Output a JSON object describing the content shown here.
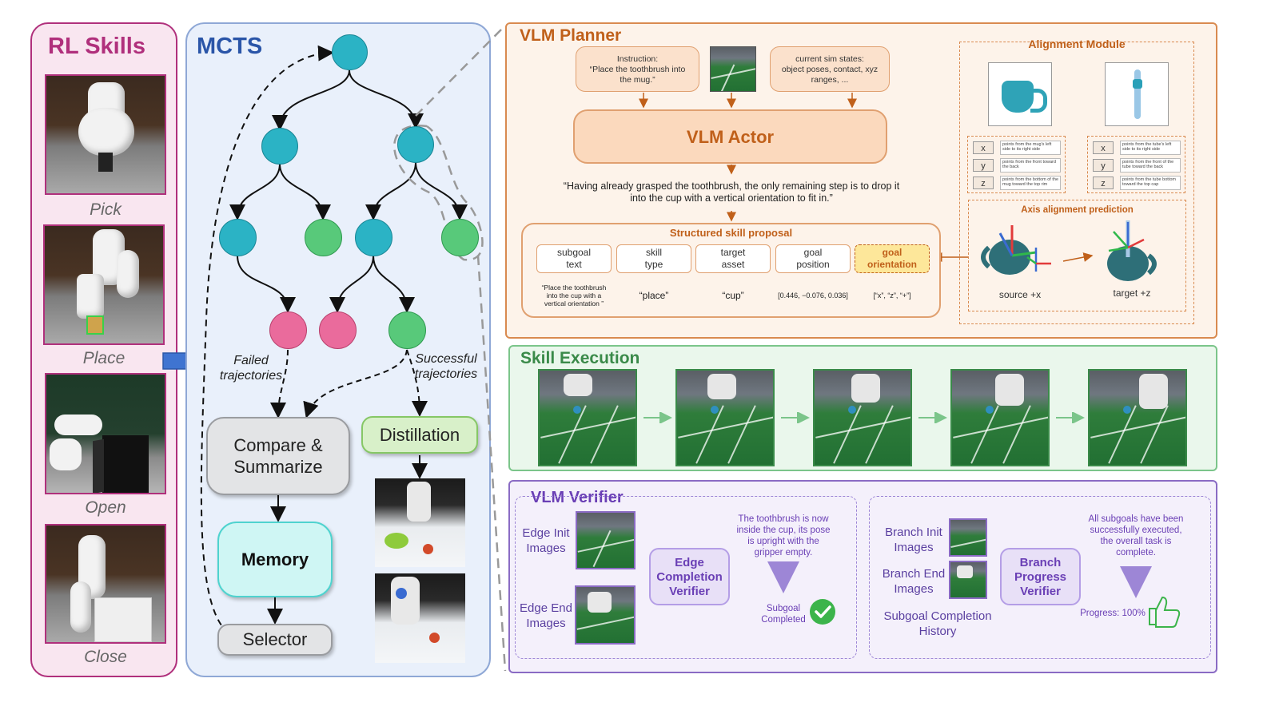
{
  "rl_skills": {
    "title": "RL Skills",
    "skills": [
      "Pick",
      "Place",
      "Open",
      "Close"
    ]
  },
  "mcts": {
    "title": "MCTS",
    "failed_label": "Failed\ntrajectories",
    "success_label": "Successful\ntrajectories",
    "compare": "Compare &\nSummarize",
    "memory": "Memory",
    "selector": "Selector",
    "distillation": "Distillation"
  },
  "vlm_planner": {
    "title": "VLM Planner",
    "instruction": "Instruction:\n“Place the toothbrush into\nthe mug.”",
    "sim_states": "current sim states:\nobject poses, contact, xyz\nranges, ...",
    "actor": "VLM Actor",
    "reasoning": "“Having already grasped the toothbrush, the only remaining step is to drop it\ninto the cup with a vertical orientation to fit in.”",
    "proposal_title": "Structured skill proposal",
    "fields": [
      {
        "label": "subgoal\ntext",
        "value": "“Place the toothbrush\ninto the cup with a\nvertical orientation ”"
      },
      {
        "label": "skill\ntype",
        "value": "“place”"
      },
      {
        "label": "target\nasset",
        "value": "“cup”"
      },
      {
        "label": "goal\nposition",
        "value": "[0.446, −0.076, 0.036]"
      },
      {
        "label": "goal\norientation",
        "value": "[“x”, “z”, “+”]"
      }
    ],
    "alignment": {
      "title": "Alignment Module",
      "mug_axes": [
        {
          "axis": "x",
          "text": "points from the mug's left side to its right side"
        },
        {
          "axis": "y",
          "text": "points from the front toward the back"
        },
        {
          "axis": "z",
          "text": "points from the bottom of the mug toward the top rim"
        }
      ],
      "brush_axes": [
        {
          "axis": "x",
          "text": "points from the tube's left side to its right side"
        },
        {
          "axis": "y",
          "text": "points from the front of the tube toward the back"
        },
        {
          "axis": "z",
          "text": "points from the tube bottom toward the top cap"
        }
      ],
      "prediction_title": "Axis alignment prediction",
      "source_label": "source +x",
      "target_label": "target +z"
    }
  },
  "skill_execution": {
    "title": "Skill Execution",
    "frames": 5
  },
  "vlm_verifier": {
    "title": "VLM Verifier",
    "edge_init": "Edge Init\nImages",
    "edge_end": "Edge End\nImages",
    "edge_verifier": "Edge\nCompletion\nVerifier",
    "edge_text": "The toothbrush is now\ninside the cup, its pose\nis upright with the\ngripper empty.",
    "subgoal_completed": "Subgoal\nCompleted",
    "branch_init": "Branch Init\nImages",
    "branch_end": "Branch End\nImages",
    "history": "Subgoal Completion\nHistory",
    "branch_verifier": "Branch\nProgress\nVerifier",
    "branch_text": "All subgoals have been\nsuccessfully executed,\nthe overall task is\ncomplete.",
    "progress": "Progress: 100%"
  },
  "colors": {
    "rl_border": "#b0307c",
    "rl_fill": "#f9e6f0",
    "rl_title": "#b0307c",
    "mcts_border": "#8fa8d6",
    "mcts_fill": "#e9f0fb",
    "mcts_title": "#2a55a8",
    "node_teal": "#2bb3c5",
    "node_green": "#58c97a",
    "node_pink": "#ea6b9c",
    "planner_border": "#d98a4f",
    "planner_fill": "#fdf3ea",
    "planner_title": "#c0601a",
    "exec_border": "#7bc58a",
    "exec_fill": "#eaf7ec",
    "exec_title": "#3a8a49",
    "verifier_border": "#8a6bc4",
    "verifier_fill": "#f4f0fb",
    "verifier_title": "#6a3fb5"
  }
}
